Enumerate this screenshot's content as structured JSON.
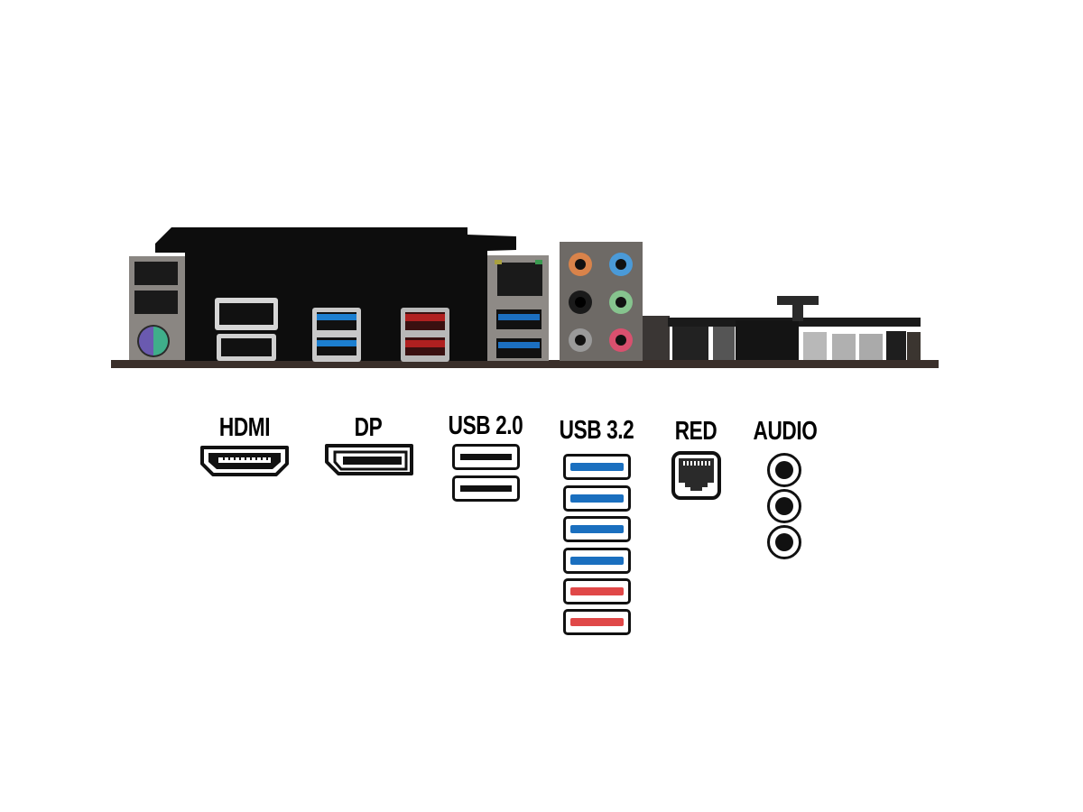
{
  "labels": {
    "hdmi": "HDMI",
    "dp": "DP",
    "usb20": "USB 2.0",
    "usb32": "USB 3.2",
    "red": "RED",
    "audio": "AUDIO"
  },
  "usb32_ports": [
    {
      "color": "#1a6fbf"
    },
    {
      "color": "#1a6fbf"
    },
    {
      "color": "#1a6fbf"
    },
    {
      "color": "#1a6fbf"
    },
    {
      "color": "#e04848"
    },
    {
      "color": "#e04848"
    }
  ],
  "usb20_port_count": 2,
  "audio_jack_count": 3,
  "colors": {
    "usb3_blue": "#1a6fbf",
    "usb_red": "#e04848",
    "audio_orange": "#d9834a",
    "audio_blue": "#4a9ad8",
    "audio_green": "#86c48e",
    "audio_pink": "#d9506e",
    "audio_grey": "#9a9a9a",
    "ps2_purple": "#6a5ab0",
    "ps2_green": "#3fae8a"
  }
}
